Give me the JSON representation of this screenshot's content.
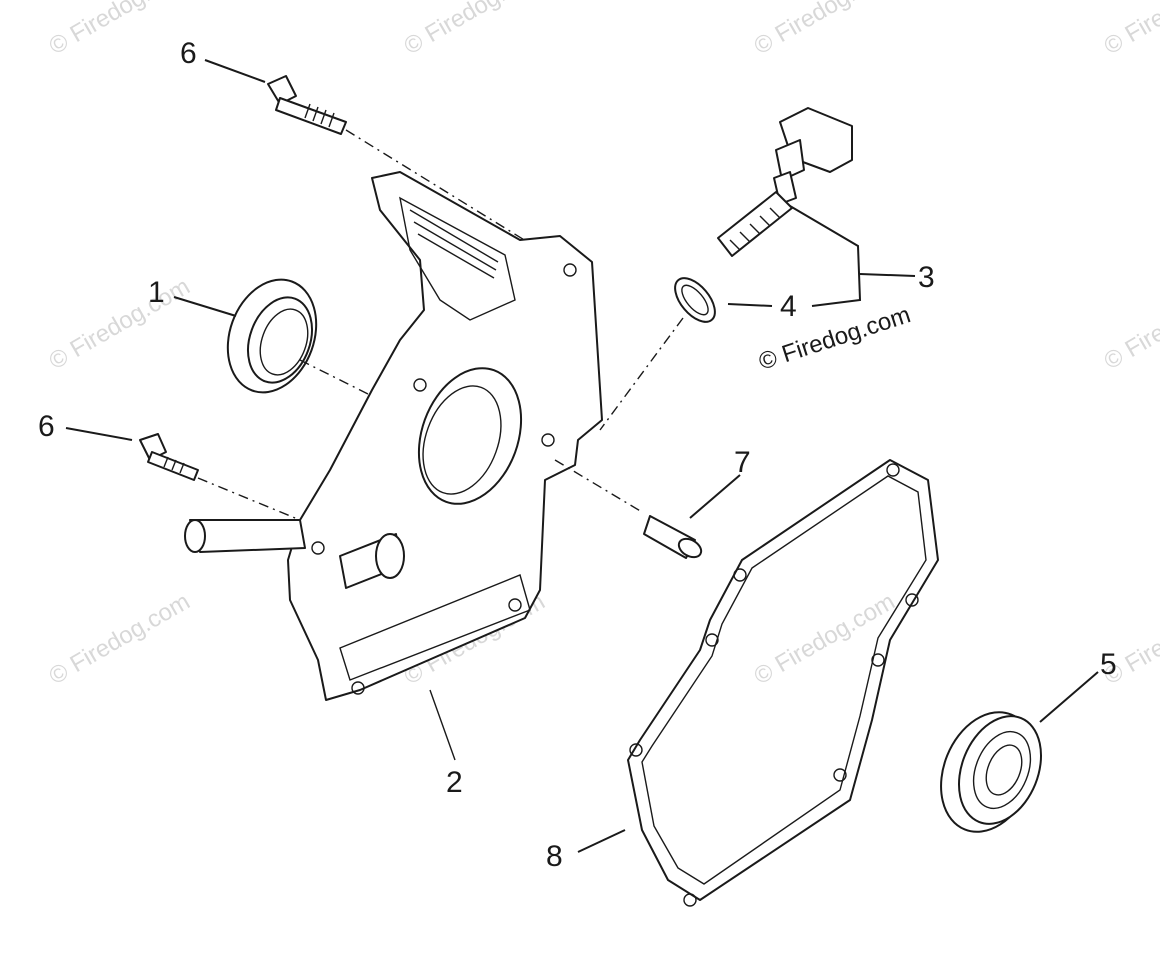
{
  "callouts": {
    "c1": "1",
    "c2": "2",
    "c3": "3",
    "c4": "4",
    "c5": "5",
    "c6a": "6",
    "c6b": "6",
    "c7": "7",
    "c8": "8"
  },
  "watermark": {
    "text": "© Firedog.com",
    "color": "#d8d8d8"
  },
  "colors": {
    "line": "#1a1a1a",
    "background": "#ffffff"
  }
}
